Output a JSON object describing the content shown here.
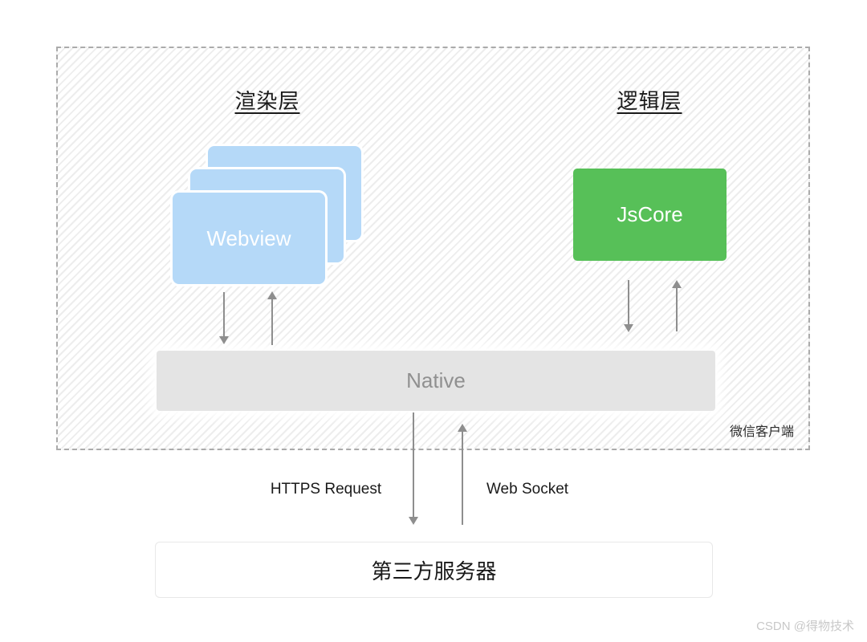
{
  "layers": {
    "render_layer_title": "渲染层",
    "logic_layer_title": "逻辑层"
  },
  "nodes": {
    "webview": "Webview",
    "jscore": "JsCore",
    "native": "Native",
    "server": "第三方服务器"
  },
  "labels": {
    "wechat_client": "微信客户端",
    "https_request": "HTTPS Request",
    "web_socket": "Web Socket"
  },
  "watermark": "CSDN @得物技术",
  "colors": {
    "webview_blue": "#b5d9f8",
    "jscore_green": "#57c058",
    "native_bg": "#e4e4e4",
    "native_text": "#909090",
    "arrow": "#8e8e8e",
    "container_border": "#ababab",
    "hatch_line": "#ededed",
    "server_border": "#e8e8e8",
    "text": "#1a1a1a",
    "watermark": "#c8c8c8"
  }
}
